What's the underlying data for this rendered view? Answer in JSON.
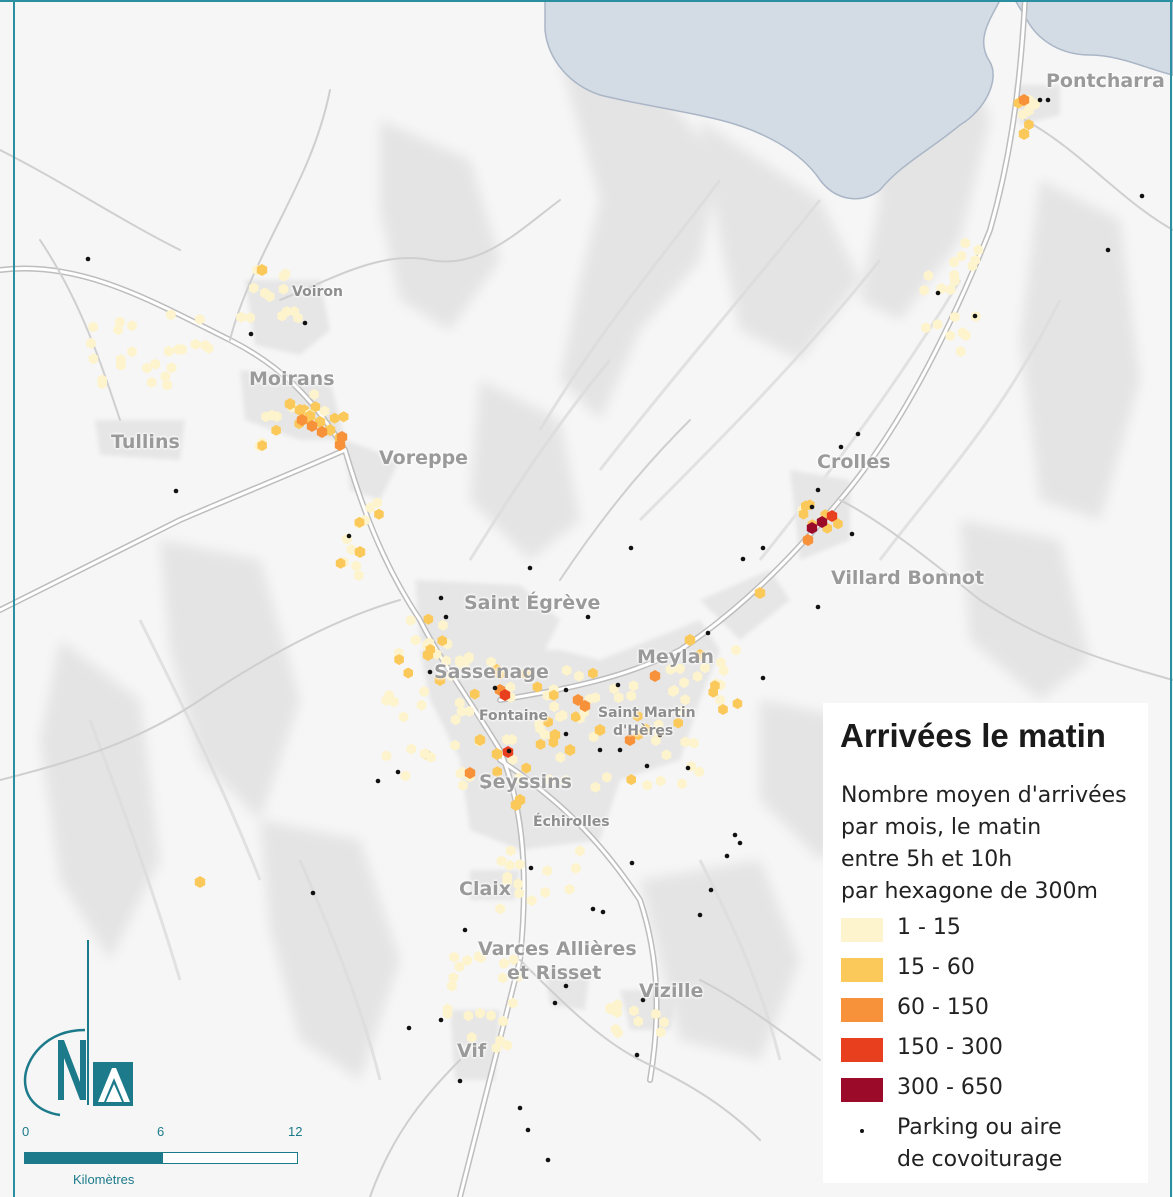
{
  "legend": {
    "title": "Arrivées le matin",
    "description_lines": [
      "Nombre moyen d'arrivées",
      "par mois, le matin",
      "entre 5h et 10h",
      "par hexagone de 300m"
    ],
    "classes": [
      {
        "label": "1 - 15",
        "color": "#fdf3cc"
      },
      {
        "label": "15 - 60",
        "color": "#fbc85a"
      },
      {
        "label": "60 - 150",
        "color": "#f7913a"
      },
      {
        "label": "150 - 300",
        "color": "#e8401f"
      },
      {
        "label": "300 - 650",
        "color": "#9c0a2a"
      }
    ],
    "parking_line1": "Parking ou aire",
    "parking_line2": "de covoiturage"
  },
  "places": {
    "pontcharra": "Pontcharra",
    "voiron": "Voiron",
    "moirans": "Moirans",
    "tullins": "Tullins",
    "voreppe": "Voreppe",
    "crolles": "Crolles",
    "villard_bonnot": "Villard Bonnot",
    "saint_egreve": "Saint Égrève",
    "sassenage": "Sassenage",
    "meylan": "Meylan",
    "fontaine": "Fontaine",
    "saint_martin_1": "Saint Martin",
    "saint_martin_2": "d'Hères",
    "seyssins": "Seyssins",
    "echirolles": "Échirolles",
    "claix": "Claix",
    "varces_1": "Varces Allières",
    "varces_2": "et Risset",
    "vizille": "Vizille",
    "vif": "Vif"
  },
  "scale": {
    "ticks": [
      "0",
      "6",
      "12"
    ],
    "unit": "Kilomètres"
  },
  "colors": {
    "water": "#d3dbe5",
    "frame": "#2a8fa0",
    "logo": "#1c7a8a"
  },
  "icons": {
    "north_arrow": "north-arrow-icon",
    "logo": "aurg-logo-icon"
  }
}
